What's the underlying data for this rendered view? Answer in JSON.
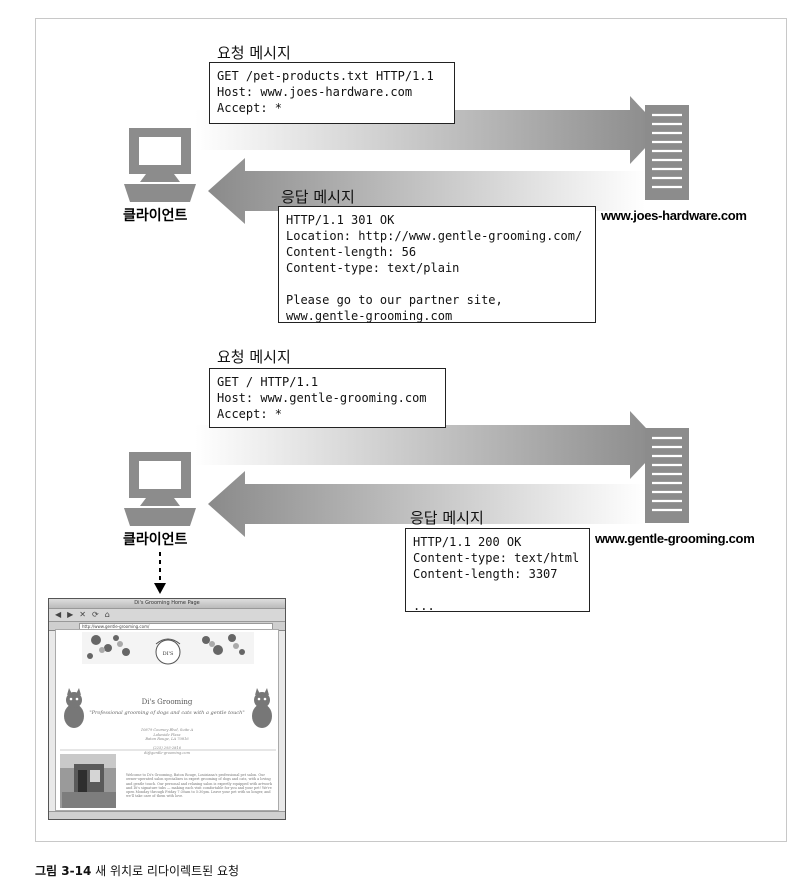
{
  "exchange1": {
    "request_label": "요청 메시지",
    "request_lines": [
      "GET /pet-products.txt HTTP/1.1",
      "Host: www.joes-hardware.com",
      "Accept: *"
    ],
    "response_label": "응답 메시지",
    "response_lines": [
      "HTTP/1.1 301 OK",
      "Location: http://www.gentle-grooming.com/",
      "Content-length: 56",
      "Content-type: text/plain",
      "",
      "Please go to our partner site,",
      "www.gentle-grooming.com"
    ],
    "client_label": "클라이언트",
    "server_label": "www.joes-hardware.com"
  },
  "exchange2": {
    "request_label": "요청 메시지",
    "request_lines": [
      "GET / HTTP/1.1",
      "Host: www.gentle-grooming.com",
      "Accept: *"
    ],
    "response_label": "응답 메시지",
    "response_lines": [
      "HTTP/1.1 200 OK",
      "Content-type: text/html",
      "Content-length: 3307",
      "",
      "..."
    ],
    "client_label": "클라이언트",
    "server_label": "www.gentle-grooming.com"
  },
  "browser": {
    "window_title": "Di's Grooming Home Page",
    "address": "http://www.gentle-grooming.com/",
    "site_title": "Di's Grooming",
    "site_tagline": "\"Professional grooming of dogs and cats with a gentle touch\"",
    "site_address": "10879 Coursey Blvd, Suite A\nLakeside Plaza\nBaton Rouge, LA 70816\n\n(225) 293-2816\ndi@gentle-grooming.com",
    "site_body": "Welcome to Di's Grooming, Baton Rouge, Louisiana's professional pet salon. Our owner-operated salon specializes in expert grooming of dogs and cats, with a loving and gentle touch. Our personal and relaxing salon is expertly equipped with artwork and Di's signature tubs — making each visit comfortable for you and your pet! We're open Monday through Friday 7:30am to 5:30pm. Leave your pet with us longer, and we'll take care of them with love."
  },
  "caption": {
    "number": "그림 3-14",
    "text": "새 위치로 리다이렉트된 요청"
  },
  "colors": {
    "arrow_dark": "#8a8a8a",
    "arrow_light": "#f2f2f2",
    "device": "#8c8c8c",
    "frame": "#c8c8c8"
  }
}
